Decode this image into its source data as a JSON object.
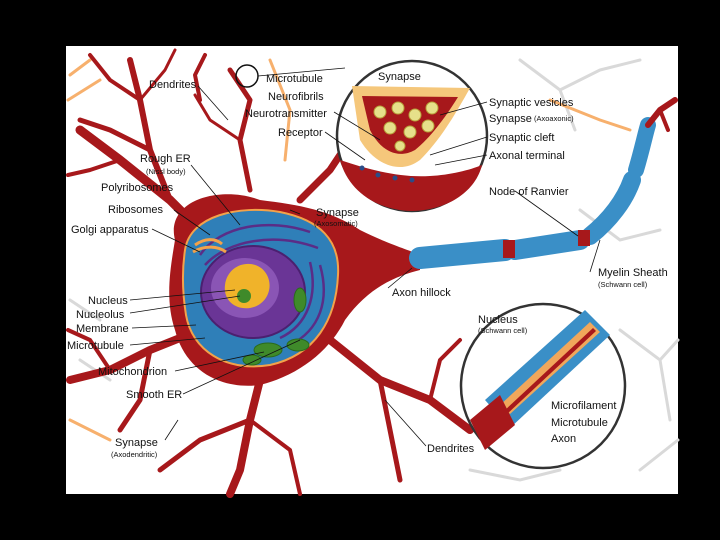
{
  "diagram": {
    "colors": {
      "background": "#000000",
      "panel": "#ffffff",
      "neuron": "#a7181b",
      "neuron_light": "#c53a2a",
      "cell_body": "#2f7fb8",
      "nucleus": "#6a3596",
      "nucleolus": "#f0b32a",
      "myelin": "#3a8fc7",
      "axon": "#b8131a",
      "mitochondria": "#3f8a2a",
      "golgi": "#f3a24a",
      "background_cells": "#d7d7d7"
    },
    "labels": {
      "dendrites_top": "Dendrites",
      "microtubule": "Microtubule",
      "neurofibrils": "Neurofibrils",
      "neurotransmitter": "Neurotransmitter",
      "receptor": "Receptor",
      "synapse_top": "Synapse",
      "synaptic_vesicles": "Synaptic vesicles",
      "synapse_axoaxonic": "Synapse",
      "axoaxonic_sub": "(Axoaxonic)",
      "synaptic_cleft": "Synaptic cleft",
      "axonal_terminal": "Axonal terminal",
      "rough_er": "Rough ER",
      "nissl_body": "(Nissl body)",
      "polyribosomes": "Polyribosomes",
      "ribosomes": "Ribosomes",
      "golgi": "Golgi apparatus",
      "synapse_axosomatic": "Synapse",
      "axosomatic_sub": "(Axosomatic)",
      "node_of_ranvier": "Node of Ranvier",
      "myelin_sheath": "Myelin Sheath",
      "schwann_cell": "(Schwann cell)",
      "axon_hillock": "Axon hillock",
      "nucleus": "Nucleus",
      "nucleolus": "Nucleolus",
      "membrane": "Membrane",
      "microtubule_left": "Microtubule",
      "mitochondrion": "Mitochondrion",
      "smooth_er": "Smooth ER",
      "synapse_axodendritic": "Synapse",
      "axodendritic_sub": "(Axodendritic)",
      "dendrites_bottom": "Dendrites",
      "nucleus_schwann": "Nucleus",
      "nucleus_schwann_sub": "(Schwann cell)",
      "microfilament": "Microfilament",
      "microtubule_inset": "Microtubule",
      "axon": "Axon"
    }
  }
}
